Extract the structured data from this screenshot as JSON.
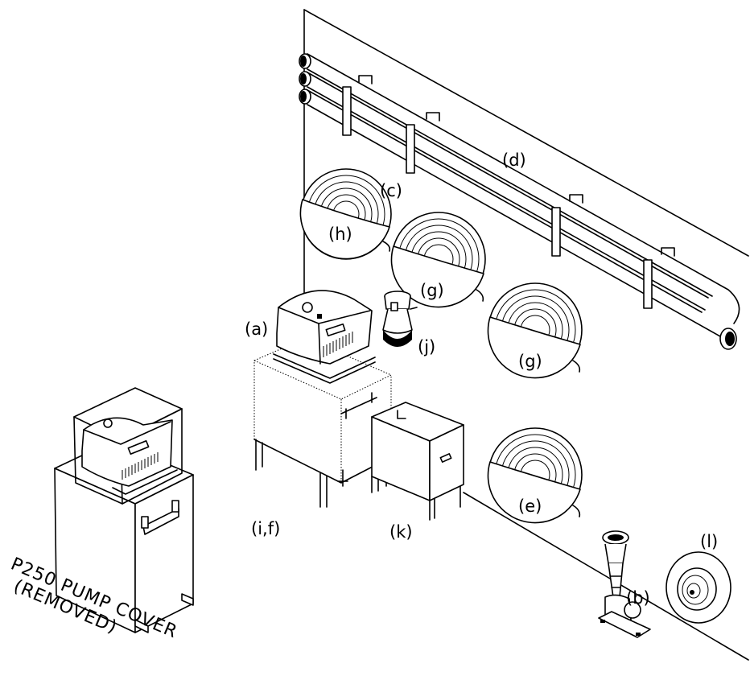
{
  "labels": {
    "a": "(a)",
    "b": "(b)",
    "c": "(c)",
    "d": "(d)",
    "e": "(e)",
    "g1": "(g)",
    "g2": "(g)",
    "h": "(h)",
    "if": "(i,f)",
    "j": "(j)",
    "k": "(k)",
    "l": "(l)"
  },
  "caption": {
    "line1": "P250 PUMP COVER",
    "line2": "(REMOVED)"
  }
}
